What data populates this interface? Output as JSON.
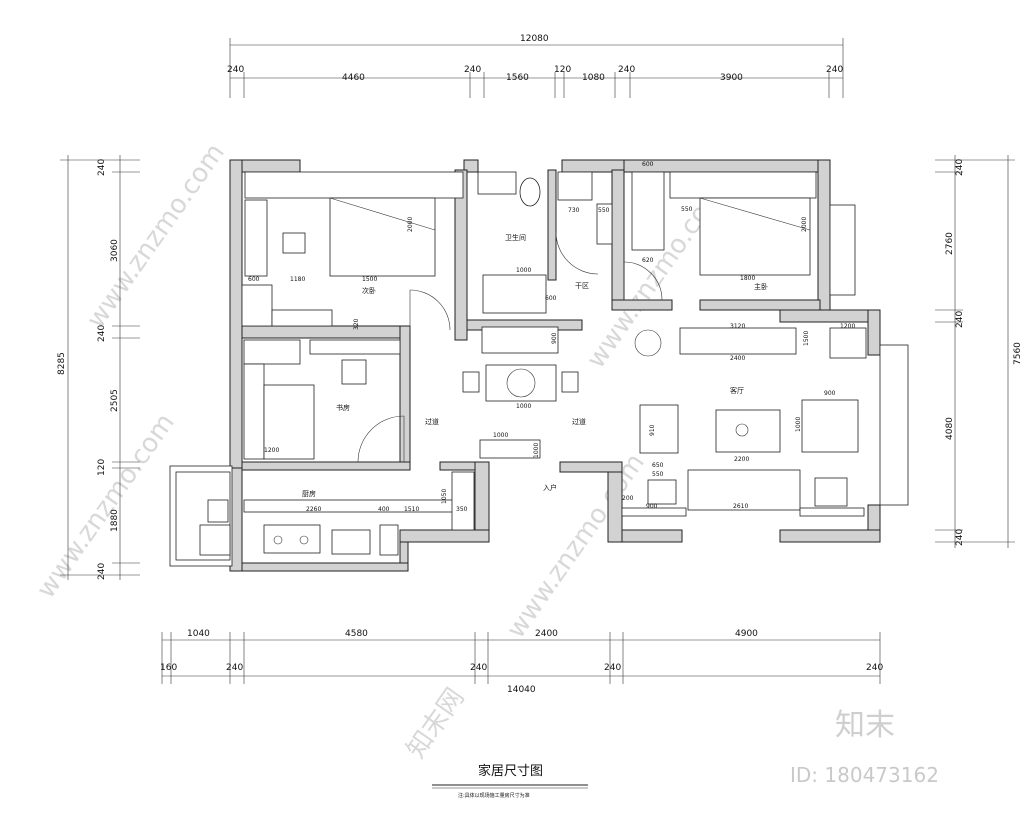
{
  "dimensions": {
    "top_total": "12080",
    "top_segments": [
      "240",
      "4460",
      "240",
      "1560",
      "120",
      "1080",
      "240",
      "3900",
      "240"
    ],
    "bottom_segments_row1": [
      "1040",
      "4580",
      "2400",
      "4900"
    ],
    "bottom_segments_row2": [
      "160",
      "240",
      "240",
      "240",
      "240"
    ],
    "bottom_total": "14040",
    "left_total": "8285",
    "left_segments": [
      "240",
      "3060",
      "240",
      "2505",
      "120",
      "1880",
      "240"
    ],
    "right_total": "7560",
    "right_segments": [
      "240",
      "2760",
      "240",
      "4080",
      "240"
    ]
  },
  "rooms": {
    "second_bedroom": "次卧",
    "study": "书房",
    "bathroom": "卫生间",
    "dry_area": "干区",
    "master_bedroom": "主卧",
    "corridor_left": "过道",
    "corridor_right": "过道",
    "living_room": "客厅",
    "kitchen": "厨房",
    "entrance": "入户"
  },
  "labels": {
    "drawing_title": "家居尺寸图",
    "drawing_subtitle": "注:具体以现场施工量房尺寸为准",
    "brand": "知末",
    "id": "ID: 180473162",
    "watermark": "www.znzmo.com",
    "watermark_cn": "知末网"
  },
  "interior_dims": {
    "d600a": "600",
    "d1180": "1180",
    "d1500": "1500",
    "d2000a": "2000",
    "d1000a": "1000",
    "d730": "730",
    "d550a": "550",
    "d600b": "600",
    "d550b": "550",
    "d620": "620",
    "d1800": "1800",
    "d2000b": "2000",
    "d600c": "600",
    "d320": "320",
    "d900a": "900",
    "d1000b": "1000",
    "d1200": "1200",
    "d2400": "2400",
    "d3120": "3120",
    "d1200b": "1200",
    "d1500b": "1500",
    "d1000c": "1000",
    "d900b": "900",
    "d2200": "2200",
    "d650": "650",
    "d550c": "550",
    "d2610": "2610",
    "d900c": "900",
    "d200": "200",
    "d2260": "2260",
    "d400": "400",
    "d1510": "1510",
    "d350": "350",
    "d1050": "1050",
    "d1000d": "1000",
    "d910": "910",
    "d1000e": "1000"
  }
}
